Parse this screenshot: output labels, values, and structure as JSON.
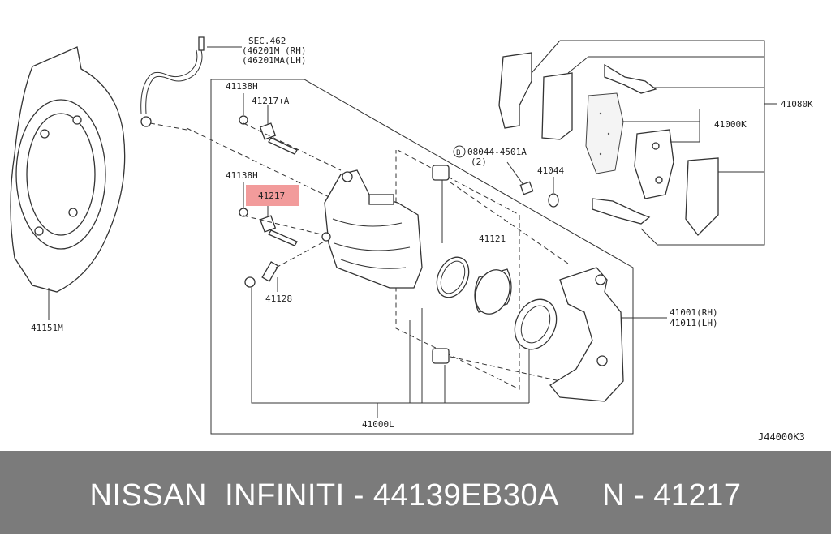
{
  "diagram": {
    "labels": {
      "sec": "SEC.462",
      "sec_rh": "(46201M (RH)",
      "sec_lh": "(46201MA(LH)",
      "bolt_upper": "41138H",
      "pin_upper": "41217+A",
      "bolt_lower": "41138H",
      "pin_highlighted": "41217",
      "bleeder": "41128",
      "backing_plate": "41151M",
      "bolt_spec": "08044-4501A",
      "bolt_spec_qty": "(2)",
      "washer": "41044",
      "piston_seal": "41121",
      "caliper_body": "41000L",
      "bracket_rh": "41001(RH)",
      "bracket_lh": "41011(LH)",
      "pad_kit": "41080K",
      "pads": "41000K",
      "drawing_code": "J44000K3",
      "circled_b": "B"
    },
    "highlight_color": "#f08a8a"
  },
  "footer": {
    "text": "NISSAN  INFINITI - 44139EB30A     N - 41217",
    "background": "#7b7b7b"
  }
}
